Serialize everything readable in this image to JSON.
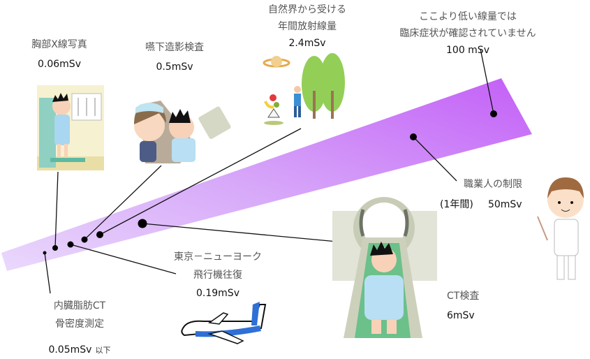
{
  "diagram": {
    "type": "radiation-dose-comparison",
    "unit": "mSv",
    "colors": {
      "wedge_light": "#e6d2fb",
      "wedge_dark": "#c466f7",
      "dot": "#000000",
      "text_label": "#555555",
      "text_value": "#111111"
    },
    "items": [
      {
        "id": "chest-xray",
        "label_lines": [
          "胸部X線写真"
        ],
        "value": "0.06mSv",
        "dose": 0.06
      },
      {
        "id": "barium-swallow",
        "label_lines": [
          "嚥下造影検査"
        ],
        "value": "0.5mSv",
        "dose": 0.5
      },
      {
        "id": "natural-background",
        "label_lines": [
          "自然界から受ける",
          "年間放射線量"
        ],
        "value": "2.4mSv",
        "dose": 2.4
      },
      {
        "id": "threshold",
        "label_lines": [
          "ここより低い線量では",
          "臨床症状が確認されていません"
        ],
        "value": "100 mSv",
        "dose": 100
      },
      {
        "id": "occupational-limit",
        "label_lines": [
          "職業人の制限"
        ],
        "prefix": "(1年間)",
        "value": "50mSv",
        "dose": 50
      },
      {
        "id": "ct-scan",
        "label_lines": [
          "CT検査"
        ],
        "value": "6mSv",
        "dose": 6
      },
      {
        "id": "flight-tokyo-ny",
        "label_lines": [
          "東京－ニューヨーク",
          "飛行機往復"
        ],
        "value": "0.19mSv",
        "dose": 0.19
      },
      {
        "id": "visceral-fat-ct",
        "label_lines": [
          "内臓脂肪CT",
          "骨密度測定"
        ],
        "value": "0.05mSv",
        "suffix": "以下",
        "dose": 0.05
      }
    ]
  }
}
